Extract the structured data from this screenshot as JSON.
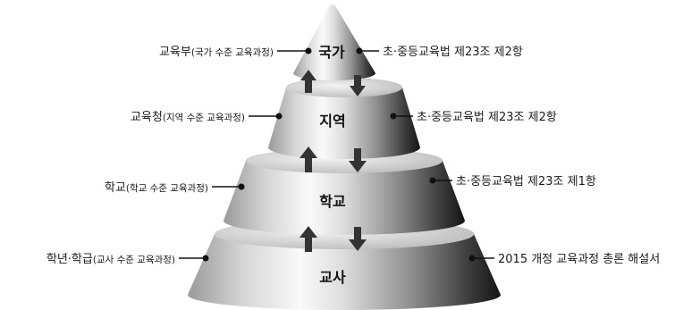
{
  "tiers": [
    {
      "label": "국가",
      "left_main": "교육부",
      "left_sub": "(국가 수준 교육과정)",
      "right": "초·중등교육법 제23조 제2항"
    },
    {
      "label": "지역",
      "left_main": "교육청",
      "left_sub": "(지역 수준 교육과정)",
      "right": "초·중등교육법 제23조 제2항"
    },
    {
      "label": "학교",
      "left_main": "학교",
      "left_sub": "(학교 수준 교육과정)",
      "right": "초·중등교육법 제23조 제1항"
    },
    {
      "label": "교사",
      "left_main": "학년·학급",
      "left_sub": "(교사 수준 교육과정)",
      "right": "2015 개정 교육과정 총론 해설서"
    }
  ],
  "colors": {
    "arrow": "#333333",
    "connector": "#111111"
  }
}
